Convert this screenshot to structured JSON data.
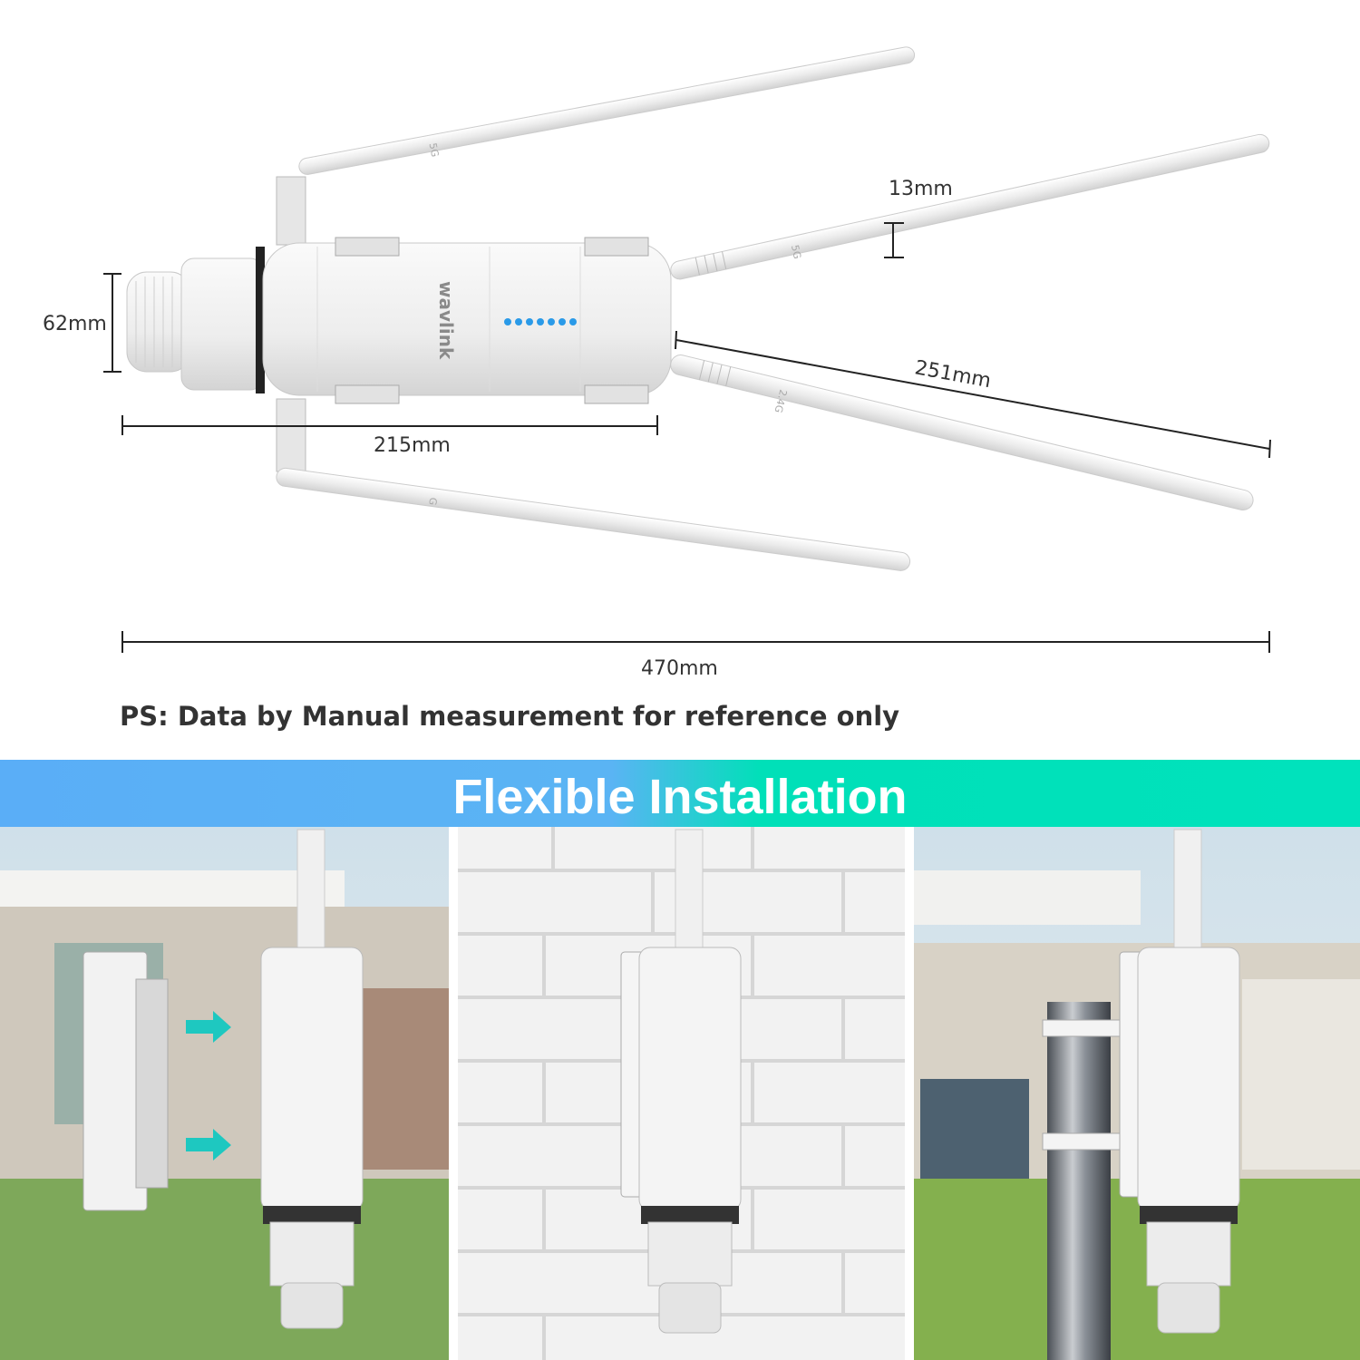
{
  "dimensions": {
    "antenna_diameter": "13mm",
    "body_diameter": "62mm",
    "antenna_length": "251mm",
    "body_length": "215mm",
    "total_width": "470mm"
  },
  "note": "PS:  Data by Manual measurement for reference only",
  "product": {
    "brand_logo": "wavlink",
    "antenna_labels": [
      "5G",
      "5G",
      "2.4G",
      "G"
    ],
    "led_color": "#2a9ae8"
  },
  "banner": {
    "title": "Flexible Installation",
    "gradient_colors": [
      "#5aaef7",
      "#00e0b8"
    ]
  },
  "installation_panels": [
    {
      "name": "bracket-attach"
    },
    {
      "name": "wall-mount"
    },
    {
      "name": "pole-mount"
    }
  ]
}
